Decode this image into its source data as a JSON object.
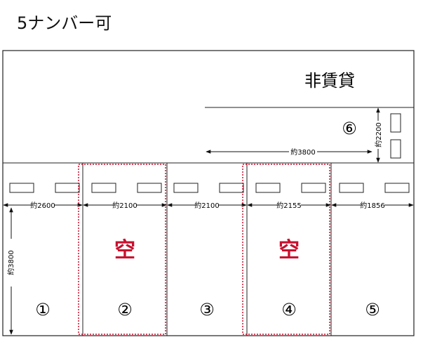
{
  "title": "5ナンバー可",
  "non_rental_label": "非賃貸",
  "top_area": {
    "space_number": "⑥",
    "width_label": "約3800",
    "depth_label": "約2200"
  },
  "depth_label": "約3800",
  "vacant_color": "#c8102e",
  "spaces": [
    {
      "number": "①",
      "width_label": "約2600",
      "status": ""
    },
    {
      "number": "②",
      "width_label": "約2100",
      "status": "空"
    },
    {
      "number": "③",
      "width_label": "約2100",
      "status": ""
    },
    {
      "number": "④",
      "width_label": "約2155",
      "status": "空"
    },
    {
      "number": "⑤",
      "width_label": "約1856",
      "status": ""
    }
  ]
}
